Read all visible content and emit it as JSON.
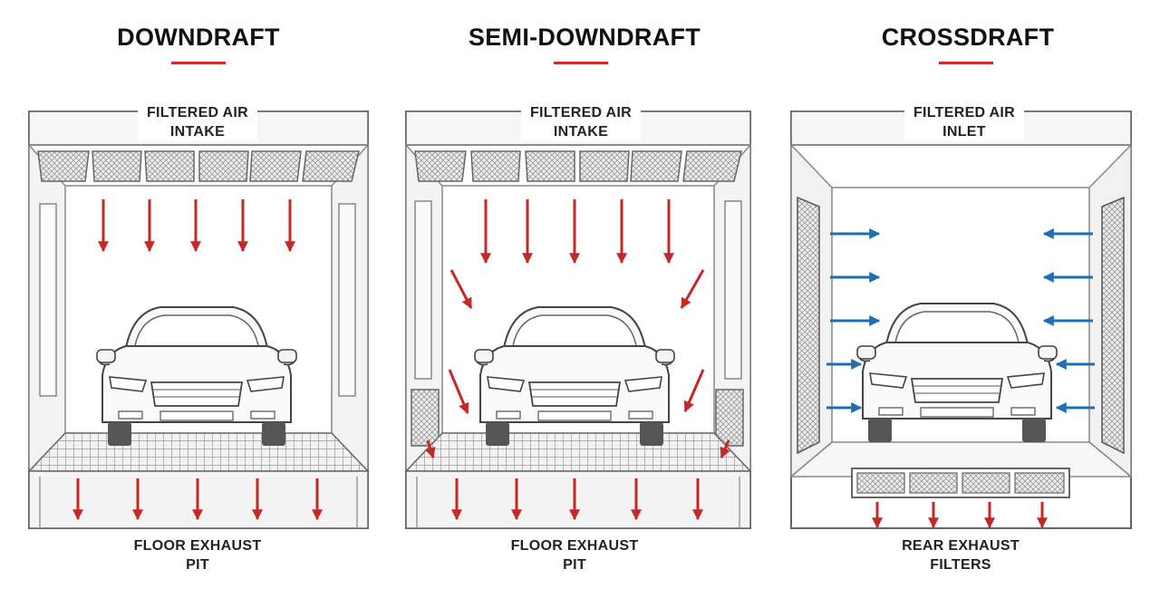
{
  "panels": [
    {
      "title": "DOWNDRAFT",
      "top_label": [
        "FILTERED AIR",
        "INTAKE"
      ],
      "bottom_label": [
        "FLOOR EXHAUST",
        "PIT"
      ]
    },
    {
      "title": "SEMI-DOWNDRAFT",
      "top_label": [
        "FILTERED AIR",
        "INTAKE"
      ],
      "bottom_label": [
        "FLOOR EXHAUST",
        "PIT"
      ]
    },
    {
      "title": "CROSSDRAFT",
      "top_label": [
        "FILTERED AIR",
        "INLET"
      ],
      "bottom_label": [
        "REAR EXHAUST",
        "FILTERS"
      ]
    }
  ],
  "colors": {
    "accent_red": "#d22b2b",
    "airflow_red": "#c62828",
    "airflow_blue": "#1e6fb5",
    "line": "#555555"
  }
}
